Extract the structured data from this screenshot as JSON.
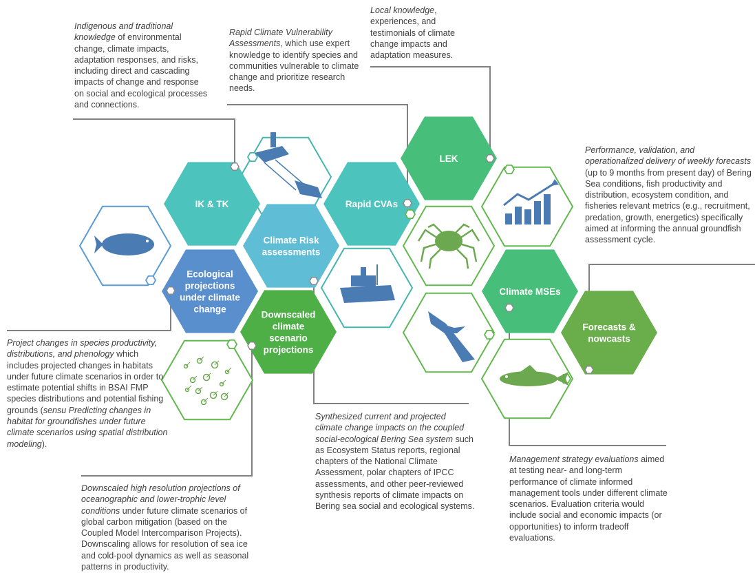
{
  "colors": {
    "teal": "#4CC3BC",
    "teal_light": "#60BDD6",
    "blue": "#5A8FCE",
    "green_mid": "#47BF7A",
    "green_dark": "#4EAF46",
    "green_olive": "#6AAD4B",
    "outline_blue": "#5B9BD5",
    "outline_teal": "#46B5B0",
    "outline_green": "#62B84F",
    "icon_blue": "#4A7CB3",
    "icon_green": "#6BA84F"
  },
  "hexagons": {
    "ik_tk": {
      "label": [
        "IK & TK"
      ]
    },
    "rapid_cvas": {
      "label": [
        "Rapid CVAs"
      ]
    },
    "lek": {
      "label": [
        "LEK"
      ]
    },
    "climate_risk": {
      "label": [
        "Climate Risk",
        "assessments"
      ]
    },
    "ecological_projections": {
      "label": [
        "Ecological",
        "projections",
        "under climate",
        "change"
      ]
    },
    "downscaled": {
      "label": [
        "Downscaled",
        "climate",
        "scenario",
        "projections"
      ]
    },
    "climate_mses": {
      "label": [
        "Climate MSEs"
      ]
    },
    "forecasts": {
      "label": [
        "Forecasts &",
        "nowcasts"
      ]
    }
  },
  "icons": [
    "flounder-fish-icon",
    "research-vessel-trawl-icon",
    "research-ship-icon",
    "bar-chart-trend-icon",
    "crab-icon",
    "seabird-icon",
    "plankton-icon",
    "groundfish-icon"
  ],
  "notes": {
    "ik": {
      "em": "Indigenous and traditional knowledge",
      "rest": " of environmental change, climate impacts, adaptation responses, and risks, including direct and cascading impacts of change and response on social and ecological processes and connections."
    },
    "rcva": {
      "em": "Rapid Climate Vulnerability Assessments",
      "rest": ", which use expert knowledge to identify species and communities vulnerable to climate change and prioritize research needs."
    },
    "lek": {
      "em": "Local knowledge",
      "rest": ", experiences, and testimonials of climate change impacts and adaptation measures."
    },
    "forecast": {
      "em1": "Performance, validation, and operationalized delivery of weekly forecasts",
      "rest": " (up to 9 months from present day) of Bering Sea conditions, fish productivity and distribution, ecosystem condition, and fisheries relevant metrics (e.g., recruitment, predation, growth, energetics) specifically aimed at informing the annual groundfish assessment cycle."
    },
    "project": {
      "em1": "Project changes in species productivity, distributions, and phenology",
      "mid": " which includes projected changes in habitats under future climate scenarios in order to estimate potential shifts in BSAI FMP species distributions and potential fishing grounds (",
      "em2": "sensu Predicting changes in habitat for groundfishes under future climate scenarios using spatial distribution modeling",
      "end": ")."
    },
    "synth": {
      "em": "Synthesized current and projected climate change impacts on the coupled social-ecological Bering Sea system",
      "rest": " such as Ecosystem Status reports, regional chapters of the National Climate Assessment, polar chapters of IPCC assessments, and other peer-reviewed synthesis reports of climate impacts on Bering sea social and ecological systems."
    },
    "mse": {
      "em": "Management strategy evaluations",
      "rest": " aimed at testing near- and long-term performance of climate informed management tools under different climate scenarios. Evaluation criteria would include social and economic impacts (or opportunities) to inform tradeoff evaluations."
    },
    "downscaled": {
      "em": "Downscaled high resolution projections of oceanographic and lower-trophic level conditions",
      "rest": " under future climate scenarios of global carbon mitigation (based on the Coupled Model Intercomparison Projects). Downscaling allows for resolution of sea ice and cold-pool dynamics as well as seasonal patterns in productivity."
    }
  }
}
